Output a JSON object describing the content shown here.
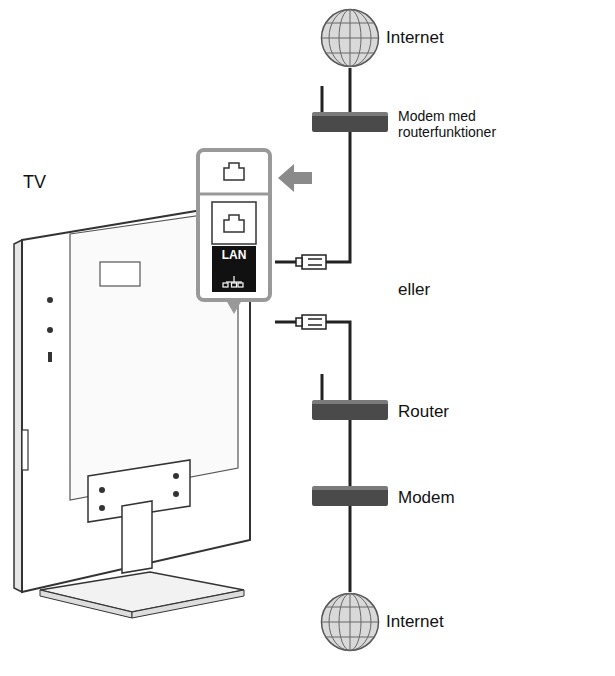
{
  "diagram": {
    "nodes": [
      {
        "text": [
          "Internet"
        ]
      },
      {
        "text": [
          "Modem med routerfunktioner"
        ]
      },
      {
        "text": [
          "TV"
        ]
      },
      {
        "text": [
          "Router"
        ]
      },
      {
        "text": [
          "Modem"
        ]
      },
      {
        "text": [
          "Internet"
        ]
      }
    ],
    "edges": [
      {
        "from": 0,
        "to": 1,
        "arrow": "none"
      },
      {
        "from": 1,
        "to": 2,
        "arrow": "none"
      },
      {
        "from": 3,
        "to": 2,
        "arrow": "none"
      },
      {
        "from": 4,
        "to": 3,
        "arrow": "none"
      },
      {
        "from": 5,
        "to": 4,
        "arrow": "none"
      }
    ],
    "labels": [
      "eller",
      "LAN"
    ]
  }
}
